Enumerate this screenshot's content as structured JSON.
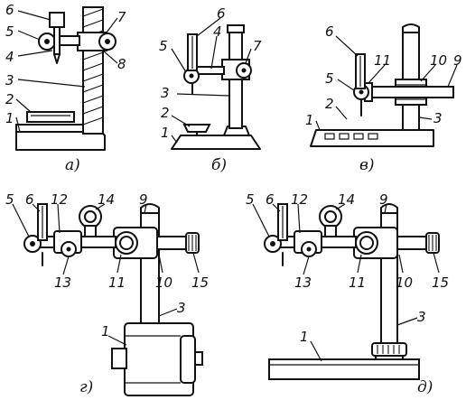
{
  "diagrams": [
    {
      "caption": "а)",
      "labels": [
        "6",
        "5",
        "4",
        "3",
        "2",
        "1",
        "7",
        "8"
      ]
    },
    {
      "caption": "б)",
      "labels": [
        "6",
        "5",
        "4",
        "7",
        "3",
        "2",
        "1"
      ]
    },
    {
      "caption": "в)",
      "labels": [
        "6",
        "5",
        "11",
        "10",
        "9",
        "2",
        "1",
        "3"
      ]
    },
    {
      "caption": "г)",
      "labels": [
        "5",
        "6",
        "12",
        "14",
        "9",
        "13",
        "11",
        "10",
        "15",
        "3",
        "1"
      ]
    },
    {
      "caption": "д)",
      "labels": [
        "5",
        "6",
        "12",
        "14",
        "9",
        "13",
        "11",
        "10",
        "15",
        "3",
        "1"
      ]
    }
  ]
}
